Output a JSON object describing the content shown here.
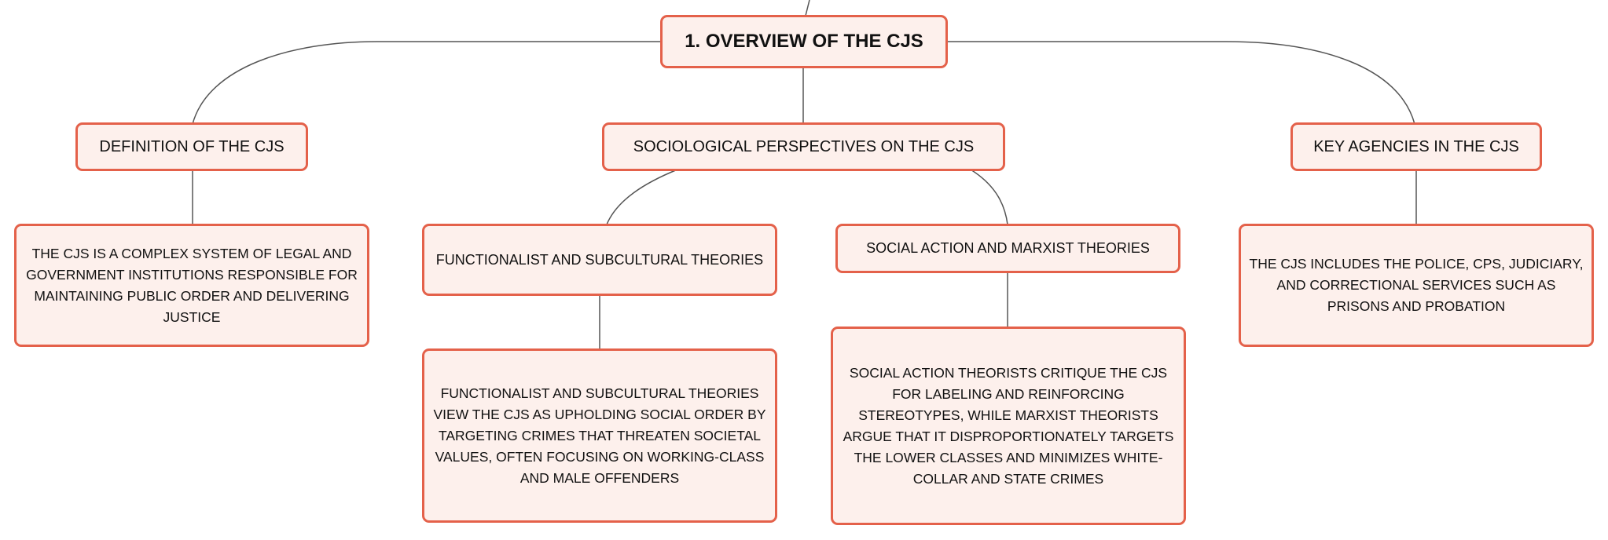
{
  "map": {
    "root": "1. OVERVIEW OF THE CJS",
    "topics": {
      "definition": "DEFINITION OF THE CJS",
      "perspectives": "SOCIOLOGICAL PERSPECTIVES ON THE CJS",
      "agencies": "KEY AGENCIES IN THE CJS"
    },
    "subtopics": {
      "functionalist": "FUNCTIONALIST AND SUBCULTURAL THEORIES",
      "social_action": "SOCIAL ACTION AND MARXIST THEORIES"
    },
    "details": {
      "definition": "THE CJS IS A COMPLEX SYSTEM OF LEGAL AND GOVERNMENT INSTITUTIONS RESPONSIBLE FOR MAINTAINING PUBLIC ORDER AND DELIVERING JUSTICE",
      "functionalist": "FUNCTIONALIST AND SUBCULTURAL THEORIES VIEW THE CJS AS UPHOLDING SOCIAL ORDER BY TARGETING CRIMES THAT THREATEN SOCIETAL VALUES, OFTEN FOCUSING ON WORKING-CLASS AND MALE OFFENDERS",
      "social_action": "SOCIAL ACTION THEORISTS CRITIQUE THE CJS FOR LABELING AND REINFORCING STEREOTYPES, WHILE MARXIST THEORISTS ARGUE THAT IT DISPROPORTIONATELY TARGETS THE LOWER CLASSES AND MINIMIZES WHITE-COLLAR AND STATE CRIMES",
      "agencies": "THE CJS INCLUDES THE POLICE, CPS, JUDICIARY, AND CORRECTIONAL SERVICES SUCH AS PRISONS AND PROBATION"
    }
  },
  "colors": {
    "node_border": "#e4614a",
    "node_fill": "#fdf0ec",
    "connector": "#555555"
  }
}
